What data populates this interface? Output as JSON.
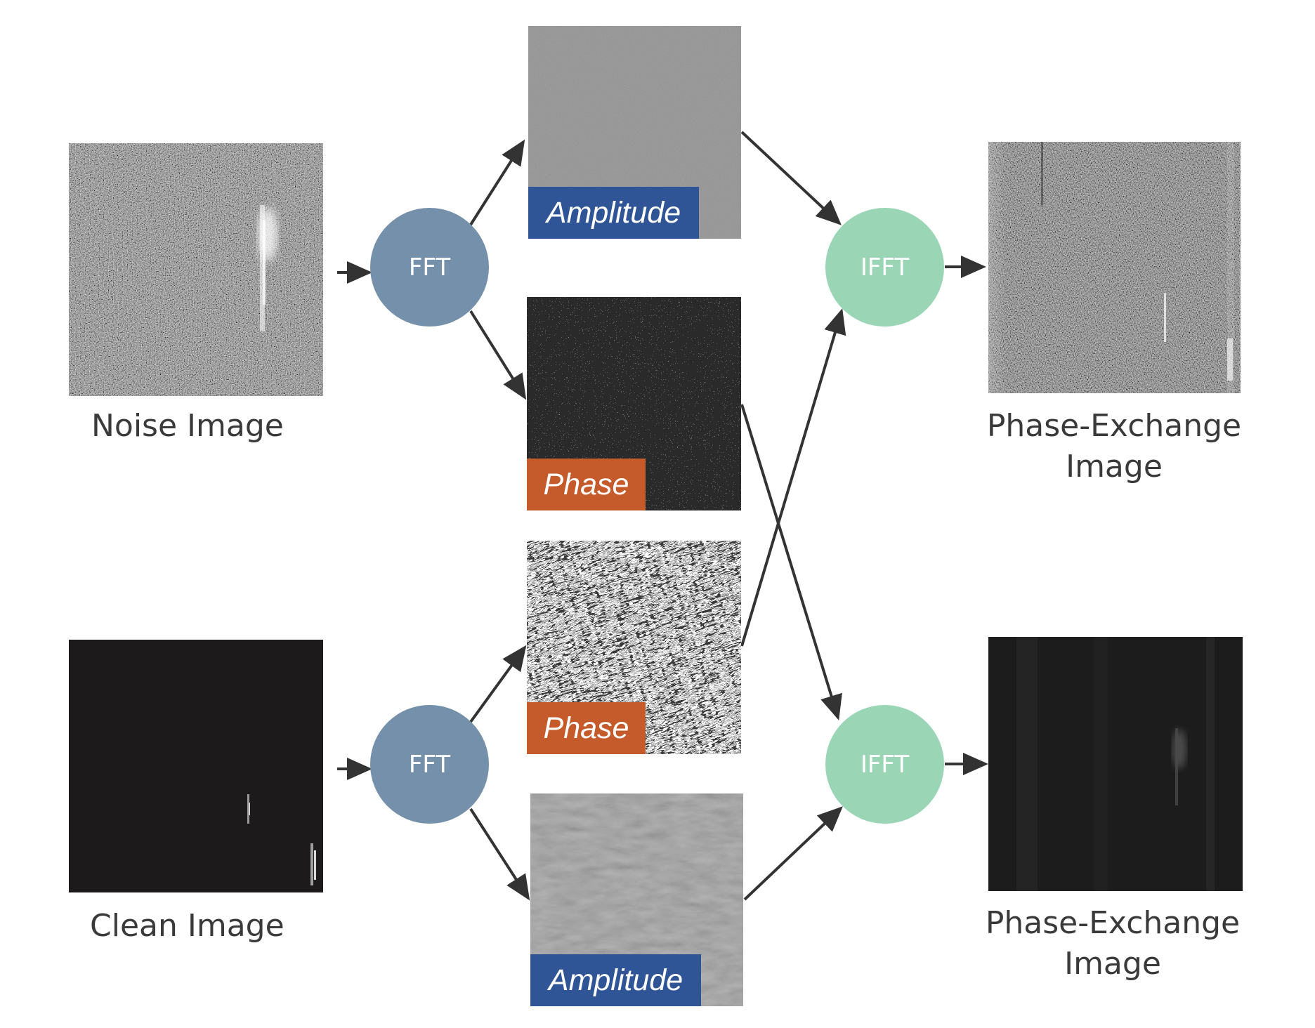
{
  "colors": {
    "fft_node": "#7590aa",
    "ifft_node": "#9ad6b6",
    "amplitude_tag": "#2f5597",
    "phase_tag": "#c55a2a",
    "arrow": "#333333",
    "caption": "#3a3a3a"
  },
  "inputs": {
    "noise_caption": "Noise Image",
    "clean_caption": "Clean Image"
  },
  "nodes": {
    "fft_top": "FFT",
    "fft_bottom": "FFT",
    "ifft_top": "IFFT",
    "ifft_bottom": "IFFT"
  },
  "spectra": {
    "top_amplitude_tag": "Amplitude",
    "top_phase_tag": "Phase",
    "bottom_phase_tag": "Phase",
    "bottom_amplitude_tag": "Amplitude"
  },
  "outputs": {
    "top_caption_line1": "Phase-Exchange",
    "top_caption_line2": "Image",
    "bottom_caption_line1": "Phase-Exchange",
    "bottom_caption_line2": "Image"
  }
}
